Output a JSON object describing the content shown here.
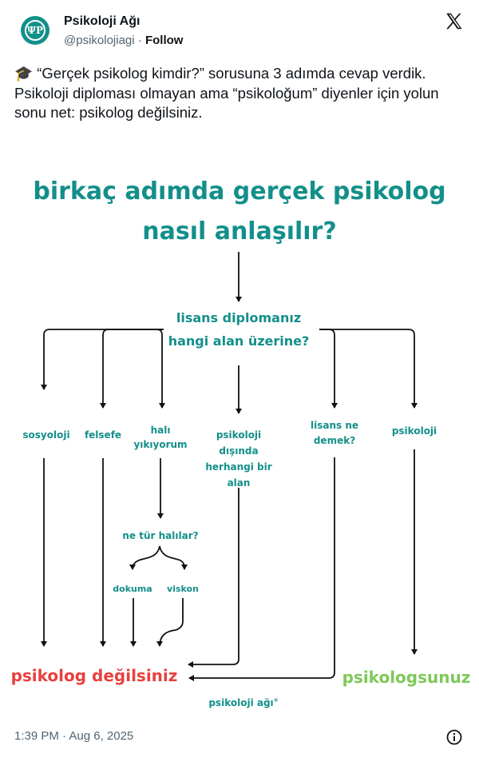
{
  "account": {
    "name": "Psikoloji Ağı",
    "handle": "@psikolojiagi",
    "separator": "·",
    "follow_label": "Follow",
    "avatar_text": "ΨP"
  },
  "tweet": {
    "emoji": "🎓",
    "line1": "“Gerçek psikolog kimdir?” sorusuna 3 adımda cevap verdik.",
    "line2": "Psikoloji diploması olmayan ama “psikoloğum” diyenler için yolun sonu net: psikolog değilsiniz."
  },
  "diagram": {
    "title_line1": "birkaç adımda gerçek psikolog",
    "title_line2": "nasıl anlaşılır?",
    "question_line1": "lisans diplomanız",
    "question_line2": "hangi alan üzerine?",
    "opt_sosyoloji": "sosyoloji",
    "opt_felsefe": "felsefe",
    "opt_hali_1": "halı",
    "opt_hali_2": "yıkıyorum",
    "opt_other_1": "psikoloji",
    "opt_other_2": "dışında",
    "opt_other_3": "herhangi bir",
    "opt_other_4": "alan",
    "opt_lisans_1": "lisans ne",
    "opt_lisans_2": "demek?",
    "opt_psikoloji": "psikoloji",
    "sub_question": "ne tür halılar?",
    "sub_dokuma": "dokuma",
    "sub_viskon": "viskon",
    "result_negative": "psikolog değilsiniz",
    "result_positive": "psikologsunuz",
    "watermark": "psikoloji ağı°",
    "colors": {
      "title": "#138f8a",
      "negative": "#e8403d",
      "positive": "#7ec85a",
      "lines": "#111111"
    }
  },
  "footer": {
    "timestamp": "1:39 PM · Aug 6, 2025"
  }
}
